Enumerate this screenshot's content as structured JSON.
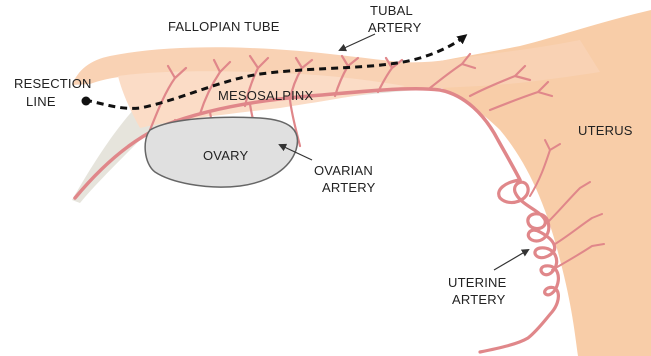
{
  "labels": {
    "fallopian_tube": "FALLOPIAN TUBE",
    "tubal_artery_1": "TUBAL",
    "tubal_artery_2": "ARTERY",
    "resection_line_1": "RESECTION",
    "resection_line_2": "LINE",
    "mesosalpinx": "MESOSALPINX",
    "uterus": "UTERUS",
    "ovary": "OVARY",
    "ovarian_artery_1": "OVARIAN",
    "ovarian_artery_2": "ARTERY",
    "uterine_artery_1": "UTERINE",
    "uterine_artery_2": "ARTERY"
  },
  "colors": {
    "uterus": "#f8cda8",
    "tube": "#f9d2b4",
    "mesosalpinx": "#fbdcc6",
    "ligament": "#e6e4dc",
    "ovary": "#e0e0e0",
    "ovary_outline": "#666666",
    "artery": "#e0878a",
    "resection_line": "#111111",
    "text": "#222222"
  }
}
